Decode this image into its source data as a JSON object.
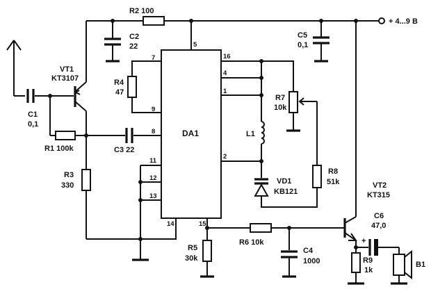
{
  "supply": "+ 4...9 B",
  "ic": {
    "ref": "DA1",
    "pins": [
      "7",
      "9",
      "8",
      "11",
      "12",
      "13",
      "14",
      "5",
      "15",
      "16",
      "4",
      "1",
      "2"
    ]
  },
  "components": {
    "r1": {
      "ref": "R1",
      "value": "100k"
    },
    "r2": {
      "ref": "R2",
      "value": "100"
    },
    "r3": {
      "ref": "R3",
      "value": "330"
    },
    "r4": {
      "ref": "R4",
      "value": "47"
    },
    "r5": {
      "ref": "R5",
      "value": "30k"
    },
    "r6": {
      "ref": "R6",
      "value": "10k"
    },
    "r7": {
      "ref": "R7",
      "value": "10k"
    },
    "r8": {
      "ref": "R8",
      "value": "51k"
    },
    "r9": {
      "ref": "R9",
      "value": "1k"
    },
    "c1": {
      "ref": "C1",
      "value": "0,1"
    },
    "c2": {
      "ref": "C2",
      "value": "22"
    },
    "c3": {
      "ref": "C3",
      "value": "22"
    },
    "c4": {
      "ref": "C4",
      "value": "1000"
    },
    "c5": {
      "ref": "C5",
      "value": "0,1"
    },
    "c6": {
      "ref": "C6",
      "value": "47,0"
    },
    "l1": {
      "ref": "L1"
    },
    "vd1": {
      "ref": "VD1",
      "value": "KB121"
    },
    "vt1": {
      "ref": "VT1",
      "value": "KT3107"
    },
    "vt2": {
      "ref": "VT2",
      "value": "KT315"
    },
    "b1": {
      "ref": "B1"
    }
  },
  "c6_polarity": "+",
  "icons": [
    "antenna-icon",
    "ground-icon",
    "resistor-icon",
    "capacitor-icon",
    "electrolytic-capacitor-icon",
    "inductor-icon",
    "varicap-icon",
    "pnp-transistor-icon",
    "npn-transistor-icon",
    "potentiometer-icon",
    "speaker-icon"
  ]
}
